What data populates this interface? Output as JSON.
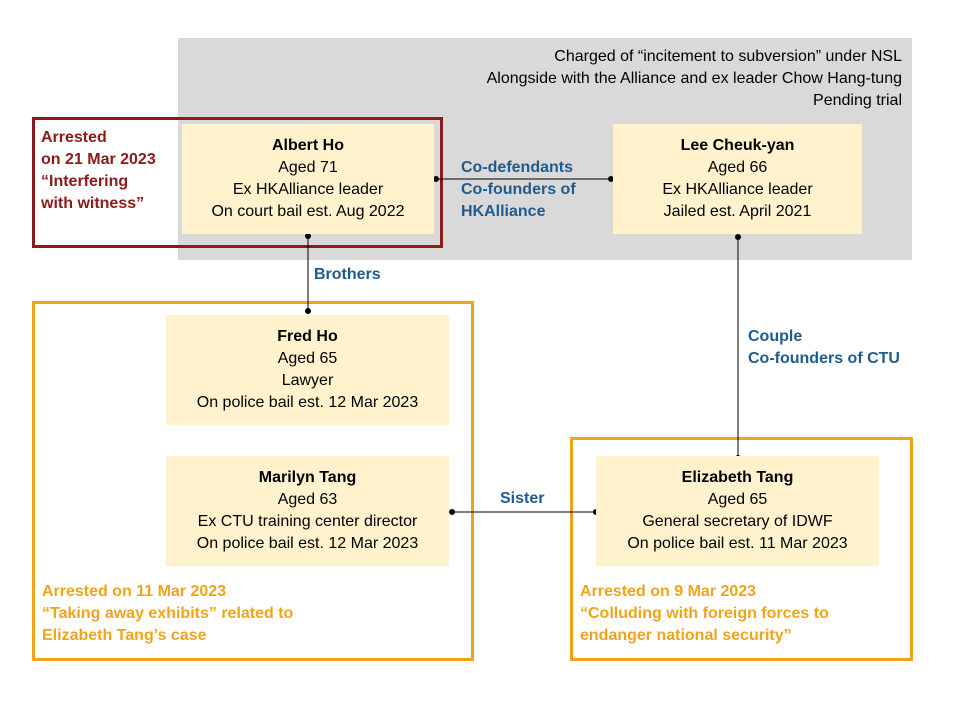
{
  "charge_note": {
    "line1": "Charged of “incitement to subversion” under NSL",
    "line2": "Alongside with the Alliance and ex leader Chow Hang-tung",
    "line3": "Pending trial"
  },
  "people": {
    "albert": {
      "name": "Albert Ho",
      "age": "Aged 71",
      "role": "Ex HKAlliance leader",
      "status": "On court bail est. Aug 2022"
    },
    "lee": {
      "name": "Lee Cheuk-yan",
      "age": "Aged 66",
      "role": "Ex HKAlliance leader",
      "status": "Jailed est. April 2021"
    },
    "fred": {
      "name": "Fred Ho",
      "age": "Aged 65",
      "role": "Lawyer",
      "status": "On police bail est. 12 Mar 2023"
    },
    "marilyn": {
      "name": "Marilyn Tang",
      "age": "Aged 63",
      "role": "Ex CTU training center director",
      "status": "On police bail est. 12 Mar 2023"
    },
    "elizabeth": {
      "name": "Elizabeth Tang",
      "age": "Aged 65",
      "role": "General secretary of IDWF",
      "status": "On police bail est. 11 Mar 2023"
    }
  },
  "arrest_notes": {
    "albert": {
      "line1": "Arrested",
      "line2": "on 21 Mar 2023",
      "line3": "“Interfering",
      "line4": "with witness”"
    },
    "fred_marilyn": {
      "line1": "Arrested on 11 Mar 2023",
      "line2": "“Taking away exhibits” related to",
      "line3": "Elizabeth Tang’s case"
    },
    "elizabeth": {
      "line1": "Arrested on 9 Mar 2023",
      "line2": "“Colluding with foreign forces to",
      "line3": "endanger national security”"
    }
  },
  "relations": {
    "albert_lee": {
      "line1": "Co-defendants",
      "line2": "Co-founders of",
      "line3": "HKAlliance"
    },
    "albert_fred": {
      "line1": "Brothers"
    },
    "lee_elizabeth": {
      "line1": "Couple",
      "line2": "Co-founders of CTU"
    },
    "marilyn_elizabeth": {
      "line1": "Sister"
    }
  },
  "colors": {
    "node_fill": "#fff2cc",
    "region_gray": "#d9d9d9",
    "arrest_red": "#8b1a1a",
    "arrest_orange": "#f0a41c",
    "relation_blue": "#1f5b8e"
  }
}
